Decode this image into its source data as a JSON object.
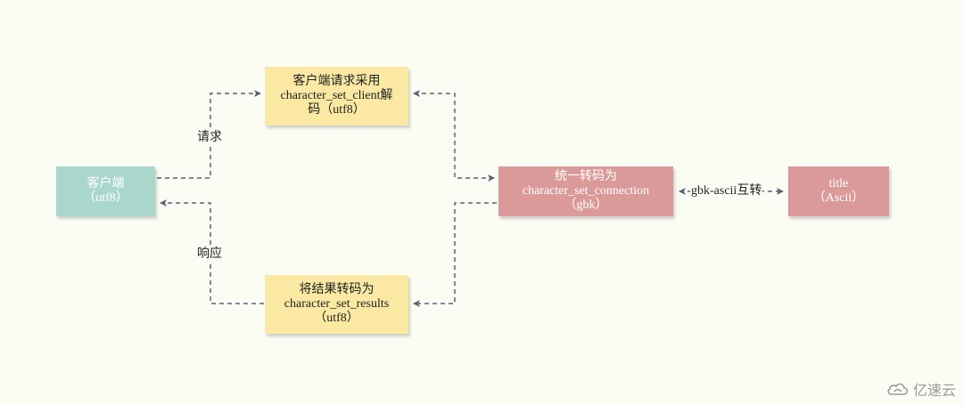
{
  "diagram": {
    "nodes": {
      "client": {
        "line1": "客户端",
        "line2": "（utf8）"
      },
      "request_decode": {
        "line1": "客户端请求采用",
        "line2": "character_set_client解",
        "line3": "码（utf8）"
      },
      "connection": {
        "line1": "统一转码为",
        "line2": "character_set_connection",
        "line3": "（gbk）"
      },
      "results": {
        "line1": "将结果转码为",
        "line2": "character_set_results",
        "line3": "（utf8）"
      },
      "title": {
        "line1": "title",
        "line2": "（Ascii）"
      }
    },
    "edge_labels": {
      "request": "请求",
      "response": "响应",
      "convert": "gbk-ascii互转"
    }
  },
  "watermark": {
    "text": "亿速云"
  },
  "colors": {
    "background": "#fbfdf5",
    "client_fill": "#a9d7cc",
    "process_fill": "#fbe9a3",
    "server_fill": "#da9a9a",
    "edge": "#5a6170"
  }
}
